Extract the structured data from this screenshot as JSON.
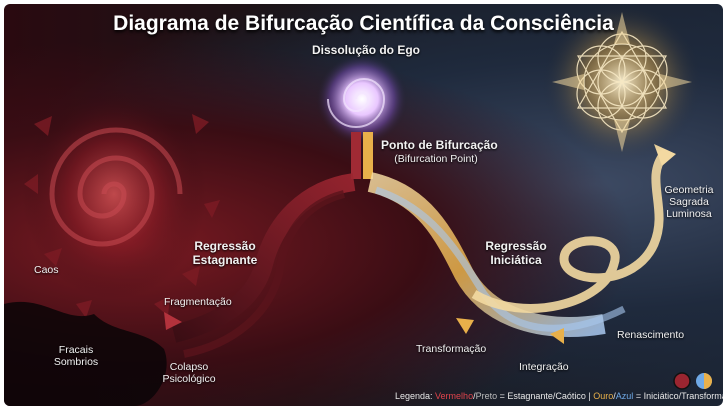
{
  "title": "Diagrama de Bifurcação Científica da Consciência",
  "nodes": {
    "top": "Dissolução do Ego",
    "bifurcation_title": "Ponto de Bifurcação",
    "bifurcation_sub": "(Bifurcation Point)",
    "left_branch": [
      "Regressão",
      "Estagnante"
    ],
    "right_branch": [
      "Regressão",
      "Iniciática"
    ],
    "chaos": "Caos",
    "fragmentation": "Fragmentação",
    "dark_fractals": [
      "Fracais",
      "Sombrios"
    ],
    "psych_collapse": [
      "Colapso",
      "Psicológico"
    ],
    "transformation": "Transformação",
    "integration": "Integração",
    "rebirth": "Renascimento",
    "sacred_geometry": [
      "Geometria",
      "Sagrada",
      "Luminosa"
    ]
  },
  "legend": {
    "prefix": "Legenda: ",
    "red": "Vermelho",
    "slash1": "/",
    "black": "Preto",
    "mid1": " = Estagnante/Caótico | ",
    "gold": "Ouro",
    "slash2": "/",
    "blue": "Azul",
    "mid2": " = Iniciático/Transformativo"
  },
  "colors": {
    "red": "#c0303a",
    "gold": "#e8b04a",
    "blue": "#6fa9e6",
    "dark": "#1a1d26"
  }
}
